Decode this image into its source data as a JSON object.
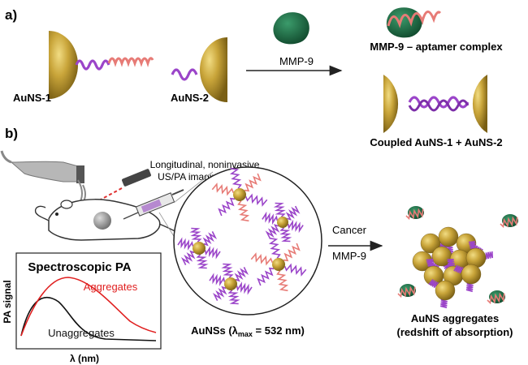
{
  "panel_a": {
    "label": "a)",
    "aun1_label": "AuNS-1",
    "aun2_label": "AuNS-2",
    "enzyme_label": "MMP-9",
    "complex_label": "MMP-9 – aptamer complex",
    "coupled_label": "Coupled AuNS-1 + AuNS-2"
  },
  "panel_b": {
    "label": "b)",
    "imaging_line1": "Longitudinal, noninvasive",
    "imaging_line2": "US/PA imaging",
    "trigger_line1": "Cancer",
    "trigger_line2": "MMP-9",
    "auns_label_prefix": "AuNSs (λ",
    "auns_label_sub": "max",
    "auns_label_suffix": " = 532 nm)",
    "aggregates_line1": "AuNS aggregates",
    "aggregates_line2": "(redshift of absorption)"
  },
  "spectrum": {
    "title": "Spectroscopic PA",
    "ylabel": "PA signal",
    "xlabel": "λ (nm)",
    "series_aggregates": "Aggregates",
    "series_unaggregates": "Unaggregates"
  },
  "colors": {
    "gold": "#b8962a",
    "aptamer_purple": "#9b45c9",
    "aptamer_pink": "#e77b76",
    "enzyme_green": "#1f6e48",
    "aggregates_red": "#e02020",
    "unaggregates_black": "#111111"
  }
}
